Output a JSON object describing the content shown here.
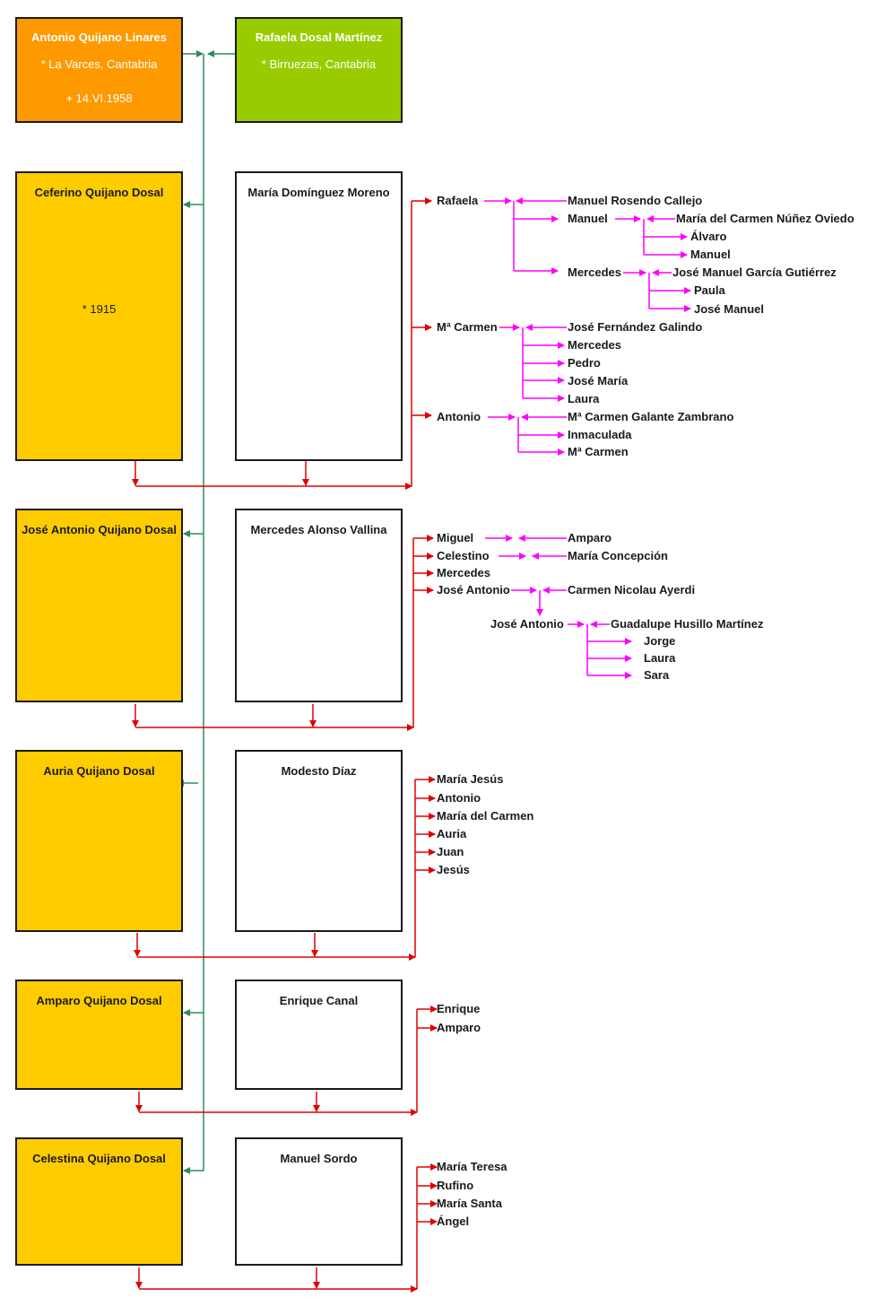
{
  "colors": {
    "ancestor_male": "#ff9900",
    "ancestor_female": "#99cc00",
    "child": "#ffcc00",
    "spouse": "#ffffff",
    "line_parent": "#2e8b57",
    "line_child": "#e00000",
    "line_grandchild": "#ff00ff"
  },
  "ancestors": {
    "father": {
      "name": "Antonio Quijano Linares",
      "birth": "* La Varces, Cantabria",
      "death": "+ 14.VI.1958"
    },
    "mother": {
      "name": "Rafaela Dosal Martínez",
      "birth": "* Birruezas, Cantabria"
    }
  },
  "families": [
    {
      "child": {
        "name": "Ceferino Quijano Dosal",
        "info": "* 1915"
      },
      "spouse": {
        "name": "María Domínguez Moreno"
      },
      "children": [
        "Rafaela",
        "Mª Carmen",
        "Antonio"
      ]
    },
    {
      "child": {
        "name": "José Antonio Quijano Dosal"
      },
      "spouse": {
        "name": "Mercedes  Alonso Vallina"
      },
      "children": [
        "Miguel",
        "Celestino",
        "Mercedes",
        "José Antonio"
      ]
    },
    {
      "child": {
        "name": "Auria Quijano Dosal"
      },
      "spouse": {
        "name": "Modesto Díaz"
      },
      "children": [
        "María Jesús",
        "Antonio",
        "María del Carmen",
        "Auria",
        "Juan",
        "Jesús"
      ]
    },
    {
      "child": {
        "name": "Amparo Quijano Dosal"
      },
      "spouse": {
        "name": "Enrique Canal"
      },
      "children": [
        "Enrique",
        "Amparo"
      ]
    },
    {
      "child": {
        "name": "Celestina Quijano Dosal"
      },
      "spouse": {
        "name": "Manuel Sordo"
      },
      "children": [
        "María Teresa",
        "Rufino",
        "María Santa",
        "Ángel"
      ]
    }
  ],
  "descendants": {
    "rafaela": {
      "spouse": "Manuel Rosendo Callejo",
      "children": [
        {
          "name": "Manuel",
          "spouse": "María del Carmen Núñez Oviedo",
          "children": [
            "Álvaro",
            "Manuel"
          ]
        },
        {
          "name": "Mercedes",
          "spouse": "José Manuel García Gutiérrez",
          "children": [
            "Paula",
            "José Manuel"
          ]
        }
      ]
    },
    "maria_carmen": {
      "spouse": "José Fernández Galindo",
      "children": [
        "Mercedes",
        "Pedro",
        "José María",
        "Laura"
      ]
    },
    "antonio": {
      "spouse": "Mª Carmen Galante Zambrano",
      "children": [
        "Inmaculada",
        "Mª Carmen"
      ]
    },
    "miguel": {
      "spouse": "Amparo"
    },
    "celestino": {
      "spouse": "María Concepción"
    },
    "jose_antonio": {
      "spouse": "Carmen Nicolau Ayerdi",
      "son": "José Antonio",
      "son_spouse": "Guadalupe Husillo Martínez",
      "grandchildren": [
        "Jorge",
        "Laura",
        "Sara"
      ]
    }
  }
}
